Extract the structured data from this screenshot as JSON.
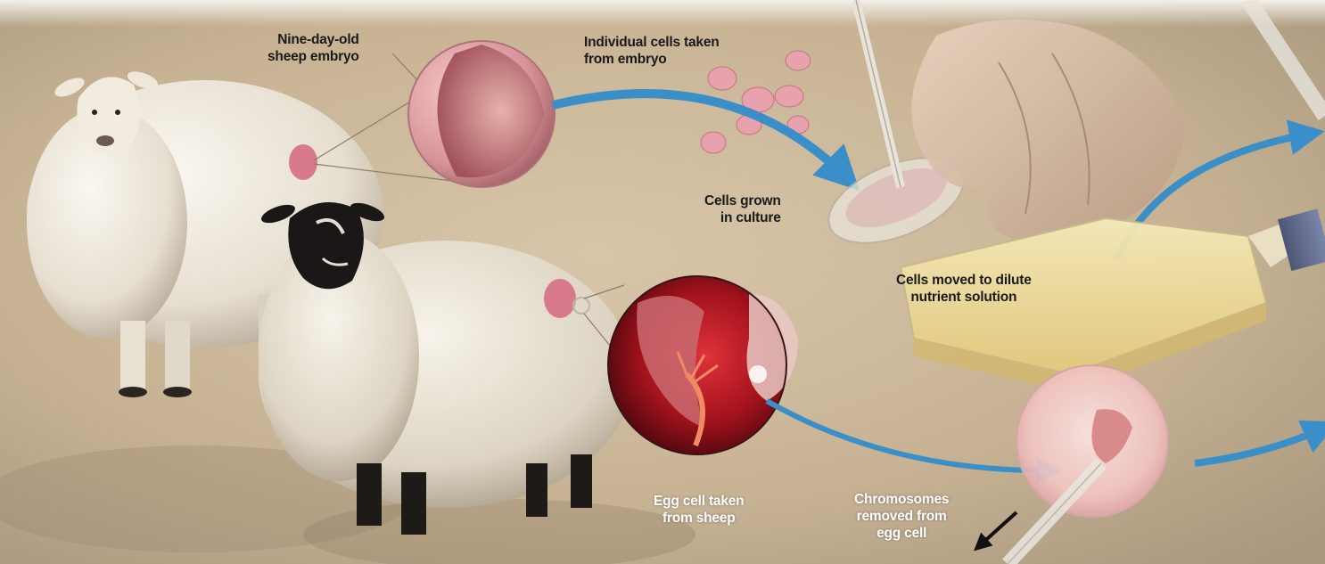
{
  "labels": {
    "nine_day_embryo": [
      "Nine-day-old",
      "sheep embryo"
    ],
    "individual_cells": [
      "Individual cells taken",
      "from embryo"
    ],
    "cells_grown": [
      "Cells grown",
      "in culture"
    ],
    "cells_moved": [
      "Cells moved to dilute",
      "nutrient solution"
    ],
    "egg_cell_taken": [
      "Egg cell taken",
      "from sheep"
    ],
    "chromosomes_removed": [
      "Chromosomes",
      "removed from",
      "egg cell"
    ]
  },
  "colors": {
    "arrow_blue": "#3a8fc9",
    "background": "#cdb79a",
    "wool": "#ece6da",
    "embryo_pink": "#d8949a",
    "egg_red": "#a3121c",
    "nutrient_yellow": "#eedc9a"
  }
}
